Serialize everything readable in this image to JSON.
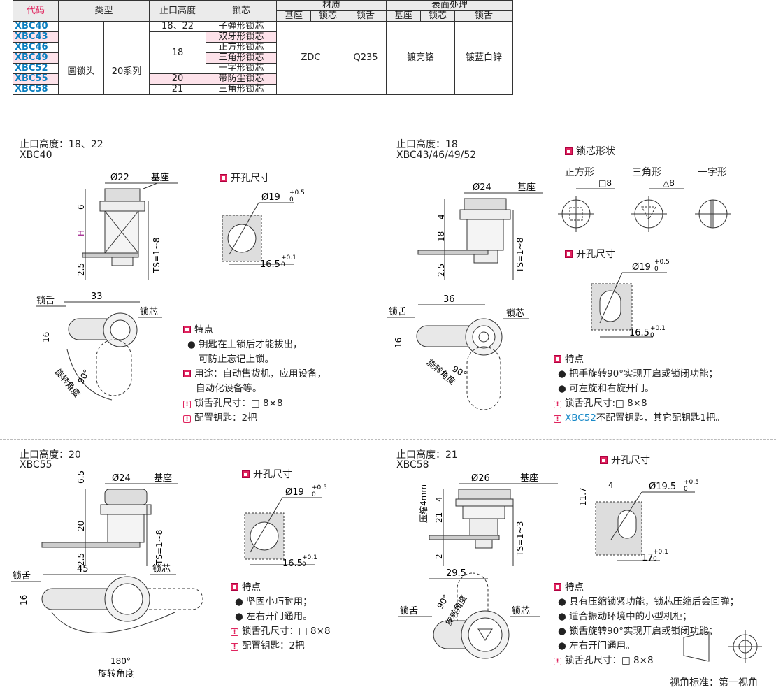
{
  "table": {
    "headers": {
      "code": "代码",
      "type": "类型",
      "height": "止口高度",
      "core": "锁芯",
      "material": "材质",
      "surface": "表面处理",
      "base": "基座",
      "core_sub": "锁芯",
      "tongue": "锁舌"
    },
    "rows": [
      {
        "code": "XBC40",
        "height": "18、22",
        "core": "子弹形锁芯"
      },
      {
        "code": "XBC43",
        "height": "",
        "core": "双牙形锁芯"
      },
      {
        "code": "XBC46",
        "height": "",
        "core": "正方形锁芯"
      },
      {
        "code": "XBC49",
        "height": "18",
        "core": "三角形锁芯"
      },
      {
        "code": "XBC52",
        "height": "",
        "core": "一字形锁芯"
      },
      {
        "code": "XBC55",
        "height": "20",
        "core": "带防尘锁芯"
      },
      {
        "code": "XBC58",
        "height": "21",
        "core": "三角形锁芯"
      }
    ],
    "type1": "圆锁头",
    "type2": "20系列",
    "mat_core": "ZDC",
    "mat_tongue": "Q235",
    "surf_core": "镀亮铬",
    "surf_tongue": "镀蓝白锌"
  },
  "s1": {
    "title": "止口高度：18、22",
    "code": "XBC40",
    "dia": "Ø22",
    "base": "基座",
    "d6": "6",
    "dH": "H",
    "d25": "2.5",
    "ts": "TS=1~8",
    "hole_title": "开孔尺寸",
    "hole_dia": "Ø19",
    "hole_tol": "+0.5",
    "hole_tol0": "0",
    "hole_w": "16.5",
    "hole_wtol": "+0.1",
    "hole_wtol0": "0",
    "d33": "33",
    "tongue": "锁舌",
    "core": "锁芯",
    "d16": "16",
    "angle": "90°",
    "angle_label": "旋转角度",
    "feature_title": "特点",
    "features": [
      "● 钥匙在上锁后才能拔出，",
      "可防止忘记上锁。"
    ],
    "use": "用途：自动售货机，应用设备，",
    "use2": "自动化设备等。",
    "hole_size": "锁舌孔尺寸：□ 8×8",
    "keys": "配置钥匙：2把"
  },
  "s2": {
    "title": "止口高度：18",
    "code": "XBC43/46/49/52",
    "dia": "Ø24",
    "base": "基座",
    "d4": "4",
    "d18": "18",
    "d25": "2.5",
    "ts": "TS=1~8",
    "shape_title": "锁芯形状",
    "sq": "正方形",
    "tri": "三角形",
    "line": "一字形",
    "sq8": "□8",
    "tri8": "△8",
    "hole_title": "开孔尺寸",
    "hole_dia": "Ø19",
    "hole_tol": "+0.5",
    "hole_tol0": "0",
    "hole_w": "16.5",
    "hole_wtol": "+0.1",
    "hole_wtol0": "0",
    "d36": "36",
    "tongue": "锁舌",
    "core": "锁芯",
    "d16": "16",
    "angle": "90°",
    "angle_label": "旋转角度",
    "feature_title": "特点",
    "f1": "● 把手旋转90°实现开启或锁闭功能；",
    "f2": "● 可左旋和右旋开门。",
    "hole_size": "锁舌孔尺寸:□  8×8",
    "keys_code": "XBC52",
    "keys_rest": "不配置钥匙，其它配钥匙1把。"
  },
  "s3": {
    "title": "止口高度：20",
    "code": "XBC55",
    "dia": "Ø24",
    "base": "基座",
    "d65": "6.5",
    "d20": "20",
    "d25": "2.5",
    "ts": "TS=1~8",
    "hole_title": "开孔尺寸",
    "hole_dia": "Ø19",
    "hole_tol": "+0.5",
    "hole_tol0": "0",
    "hole_w": "16.5",
    "hole_wtol": "+0.1",
    "hole_wtol0": "0",
    "d45": "45",
    "tongue": "锁舌",
    "core": "锁芯",
    "d16": "16",
    "angle": "180°",
    "angle_label": "旋转角度",
    "feature_title": "特点",
    "f1": "● 坚固小巧耐用；",
    "f2": "● 左右开门通用。",
    "hole_size": "锁舌孔尺寸：□ 8×8",
    "keys": "配置钥匙：2把"
  },
  "s4": {
    "title": "止口高度：21",
    "code": "XBC58",
    "dia": "Ø26",
    "base": "基座",
    "compress": "压缩4mm",
    "d4": "4",
    "d21": "21",
    "d2": "2",
    "ts": "TS=1~3",
    "hole_title": "开孔尺寸",
    "d117": "11.7",
    "d4h": "4",
    "hole_dia": "Ø19.5",
    "hole_tol": "+0.5",
    "hole_tol0": "0",
    "hole_w": "17",
    "hole_wtol": "+0.1",
    "hole_wtol0": "0",
    "d295": "29.5",
    "tongue": "锁舌",
    "core": "锁芯",
    "angle": "90°",
    "angle_label": "旋转角度",
    "feature_title": "特点",
    "f1": "● 具有压缩锁紧功能，锁芯压缩后会回弹；",
    "f2": "● 适合振动环境中的小型机柜；",
    "f3": "● 锁舌旋转90°实现开启或锁闭功能；",
    "f4": "● 左右开门通用。",
    "hole_size": "锁舌孔尺寸：□ 8×8",
    "view": "视角标准：第一视角"
  }
}
